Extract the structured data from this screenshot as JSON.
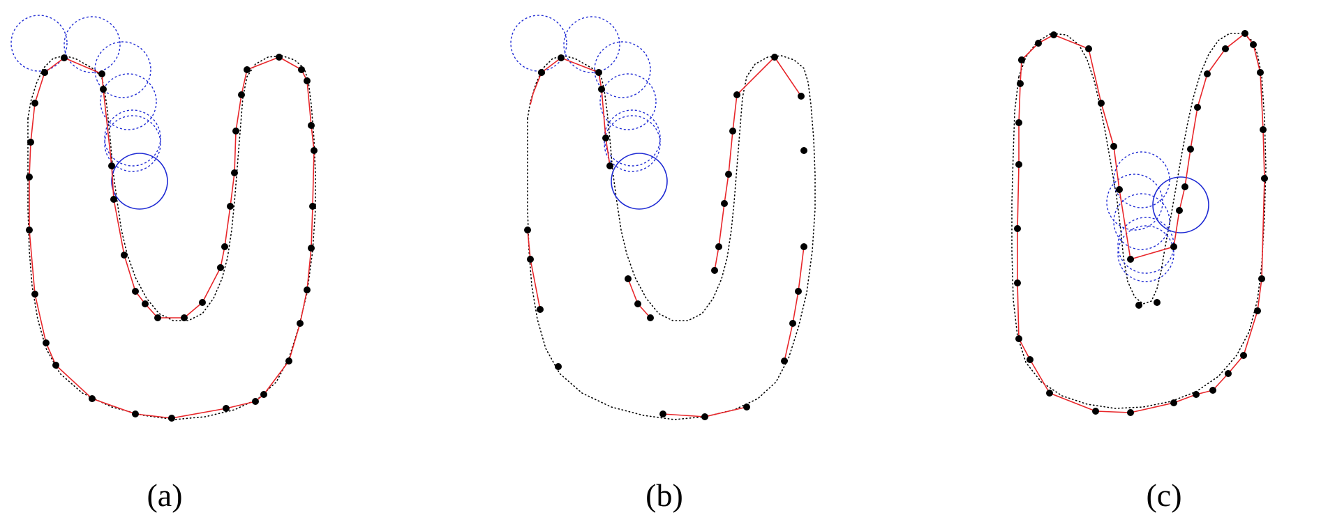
{
  "figure": {
    "panels": [
      {
        "id": "a",
        "caption": "(a)"
      },
      {
        "id": "b",
        "caption": "(b)"
      },
      {
        "id": "c",
        "caption": "(c)"
      }
    ],
    "colors": {
      "background": "#ffffff",
      "points": "#000000",
      "polyline": "#e8262a",
      "reference_curve": "#000000",
      "circle_active": "#1f2bd4",
      "circle_previous": "#1f2bd4"
    }
  }
}
